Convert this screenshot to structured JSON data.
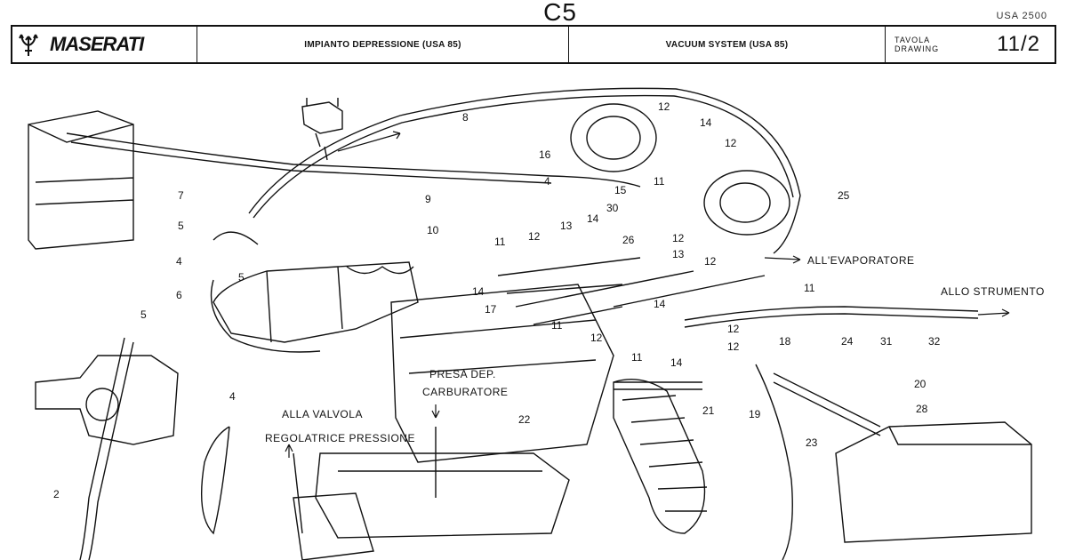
{
  "header": {
    "page_code": "C5",
    "corner_tag": "USA 2500",
    "brand": "MASERATI",
    "title_it": "IMPIANTO DEPRESSIONE (USA 85)",
    "title_en": "VACUUM SYSTEM (USA 85)",
    "drawing_label_1": "TAVOLA",
    "drawing_label_2": "DRAWING",
    "drawing_number": "11/2"
  },
  "annotations": {
    "evaporator": "ALL'EVAPORATORE",
    "instrument": "ALLO STRUMENTO",
    "carb_line1": "PRESA DEP.",
    "carb_line2": "CARBURATORE",
    "valve_line1": "ALLA VALVOLA",
    "valve_line2": "REGOLATRICE PRESSIONE"
  },
  "callouts": [
    "8",
    "12",
    "14",
    "12",
    "16",
    "4",
    "11",
    "15",
    "25",
    "7",
    "9",
    "30",
    "5",
    "10",
    "14",
    "11",
    "12",
    "13",
    "26",
    "12",
    "13",
    "12",
    "11",
    "4",
    "5",
    "14",
    "6",
    "17",
    "11",
    "12",
    "14",
    "12",
    "11",
    "14",
    "12",
    "18",
    "24",
    "31",
    "32",
    "5",
    "19",
    "21",
    "20",
    "28",
    "4",
    "22",
    "23",
    "2"
  ]
}
